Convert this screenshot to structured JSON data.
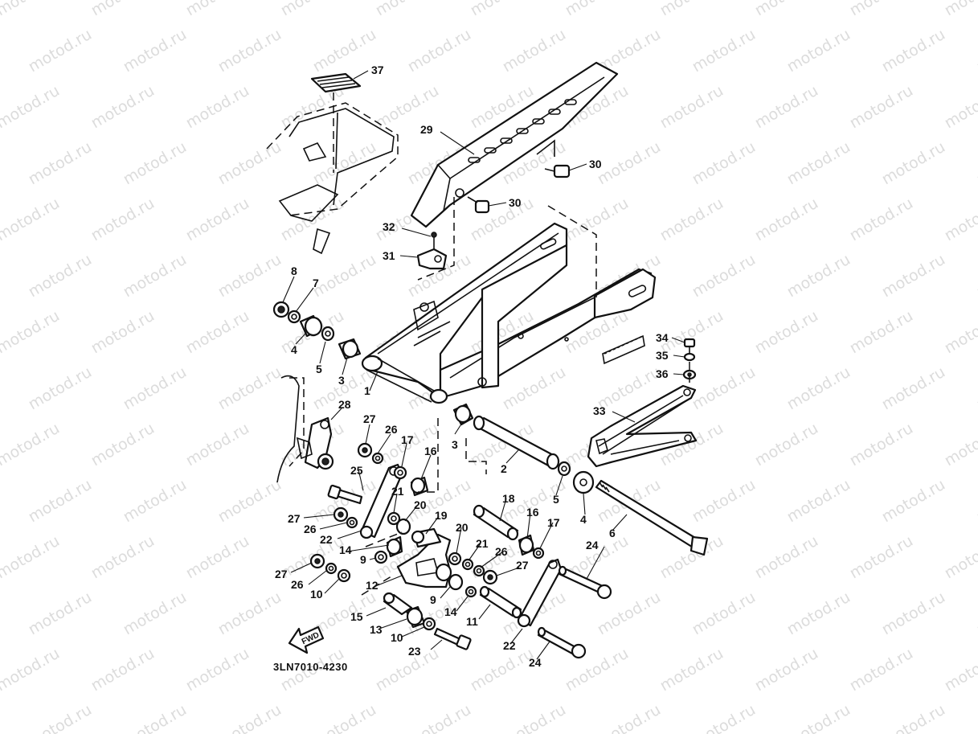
{
  "watermark": "motod.ru",
  "diagram_code": "3LN7010-4230",
  "fwd_label": "FWD",
  "callouts": [
    {
      "id": "c37",
      "label": "37"
    },
    {
      "id": "c29",
      "label": "29"
    },
    {
      "id": "c30a",
      "label": "30"
    },
    {
      "id": "c30b",
      "label": "30"
    },
    {
      "id": "c32",
      "label": "32"
    },
    {
      "id": "c31",
      "label": "31"
    },
    {
      "id": "c8",
      "label": "8"
    },
    {
      "id": "c7",
      "label": "7"
    },
    {
      "id": "c4a",
      "label": "4"
    },
    {
      "id": "c5a",
      "label": "5"
    },
    {
      "id": "c3a",
      "label": "3"
    },
    {
      "id": "c1",
      "label": "1"
    },
    {
      "id": "c34",
      "label": "34"
    },
    {
      "id": "c35",
      "label": "35"
    },
    {
      "id": "c36",
      "label": "36"
    },
    {
      "id": "c28",
      "label": "28"
    },
    {
      "id": "c27a",
      "label": "27"
    },
    {
      "id": "c26a",
      "label": "26"
    },
    {
      "id": "c17a",
      "label": "17"
    },
    {
      "id": "c16a",
      "label": "16"
    },
    {
      "id": "c3b",
      "label": "3"
    },
    {
      "id": "c33",
      "label": "33"
    },
    {
      "id": "c2",
      "label": "2"
    },
    {
      "id": "c25",
      "label": "25"
    },
    {
      "id": "c21a",
      "label": "21"
    },
    {
      "id": "c20a",
      "label": "20"
    },
    {
      "id": "c27b",
      "label": "27"
    },
    {
      "id": "c26b",
      "label": "26"
    },
    {
      "id": "c22a",
      "label": "22"
    },
    {
      "id": "c14a",
      "label": "14"
    },
    {
      "id": "c9a",
      "label": "9"
    },
    {
      "id": "c19",
      "label": "19"
    },
    {
      "id": "c18",
      "label": "18"
    },
    {
      "id": "c16b",
      "label": "16"
    },
    {
      "id": "c17b",
      "label": "17"
    },
    {
      "id": "c5b",
      "label": "5"
    },
    {
      "id": "c4b",
      "label": "4"
    },
    {
      "id": "c6",
      "label": "6"
    },
    {
      "id": "c20b",
      "label": "20"
    },
    {
      "id": "c21b",
      "label": "21"
    },
    {
      "id": "c26c",
      "label": "26"
    },
    {
      "id": "c27c",
      "label": "27"
    },
    {
      "id": "c24a",
      "label": "24"
    },
    {
      "id": "c27d",
      "label": "27"
    },
    {
      "id": "c26d",
      "label": "26"
    },
    {
      "id": "c10a",
      "label": "10"
    },
    {
      "id": "c12",
      "label": "12"
    },
    {
      "id": "c9b",
      "label": "9"
    },
    {
      "id": "c14b",
      "label": "14"
    },
    {
      "id": "c11",
      "label": "11"
    },
    {
      "id": "c15",
      "label": "15"
    },
    {
      "id": "c13",
      "label": "13"
    },
    {
      "id": "c10b",
      "label": "10"
    },
    {
      "id": "c23",
      "label": "23"
    },
    {
      "id": "c22b",
      "label": "22"
    },
    {
      "id": "c24b",
      "label": "24"
    }
  ]
}
